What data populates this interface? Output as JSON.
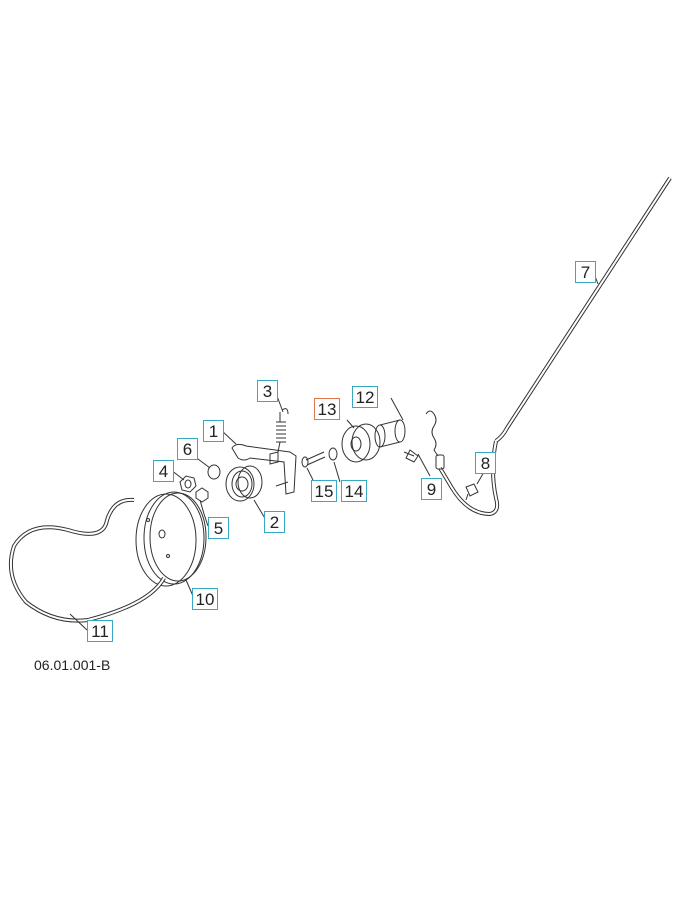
{
  "reference": "06.01.001-B",
  "accent_color": "#37a9c4",
  "highlight_color": "#e2774e",
  "callouts": [
    {
      "label": "1"
    },
    {
      "label": "2"
    },
    {
      "label": "3"
    },
    {
      "label": "4"
    },
    {
      "label": "5"
    },
    {
      "label": "6"
    },
    {
      "label": "7"
    },
    {
      "label": "8"
    },
    {
      "label": "9"
    },
    {
      "label": "10"
    },
    {
      "label": "11"
    },
    {
      "label": "12"
    },
    {
      "label": "13",
      "highlighted": true
    },
    {
      "label": "14"
    },
    {
      "label": "15"
    }
  ]
}
